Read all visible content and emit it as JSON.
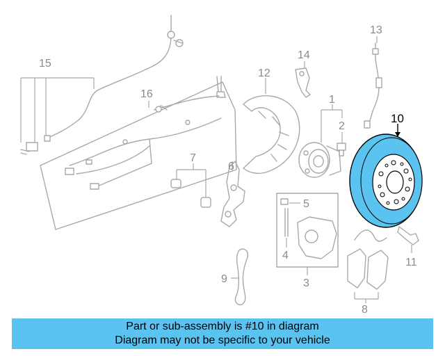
{
  "diagram": {
    "highlight_color": "#5bc3f0",
    "highlighted_part": "10",
    "callouts": {
      "c1": "1",
      "c2": "2",
      "c3": "3",
      "c4": "4",
      "c5": "5",
      "c6": "6",
      "c7": "7",
      "c8": "8",
      "c9": "9",
      "c10": "10",
      "c11": "11",
      "c12": "12",
      "c13": "13",
      "c14": "14",
      "c15": "15",
      "c16": "16"
    }
  },
  "footer": {
    "line1": "Part or sub-assembly is #10 in diagram",
    "line2": "Diagram may not be specific to your vehicle"
  }
}
